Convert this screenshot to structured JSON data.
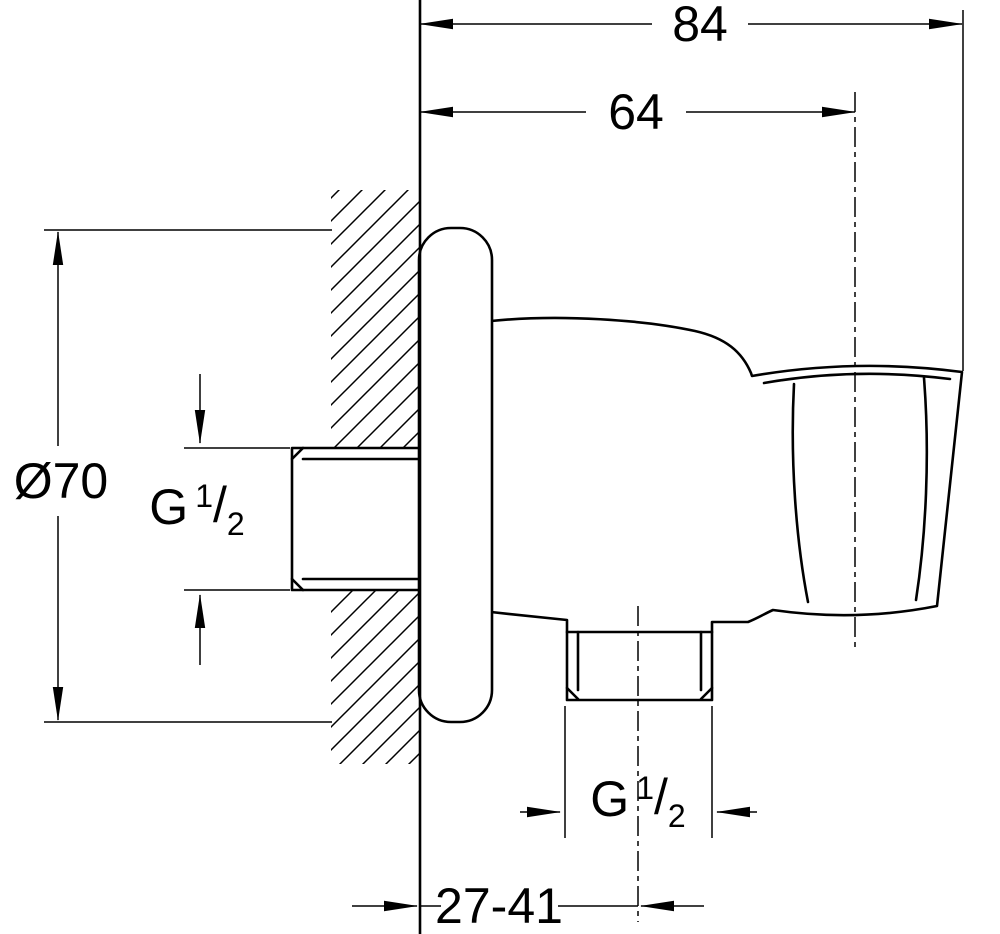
{
  "drawing": {
    "type": "technical-dimension-drawing",
    "labels": {
      "dim_overall_depth": "84",
      "dim_holder_offset": "64",
      "dim_flange_diameter": "Ø70",
      "dim_adjust_range": "27-41"
    },
    "inlet_thread": {
      "prefix": "G",
      "numerator": "1",
      "slash": "/",
      "denominator": "2"
    },
    "outlet_thread": {
      "prefix": "G",
      "numerator": "1",
      "slash": "/",
      "denominator": "2"
    },
    "colors": {
      "line": "#000000",
      "background": "#ffffff"
    }
  }
}
